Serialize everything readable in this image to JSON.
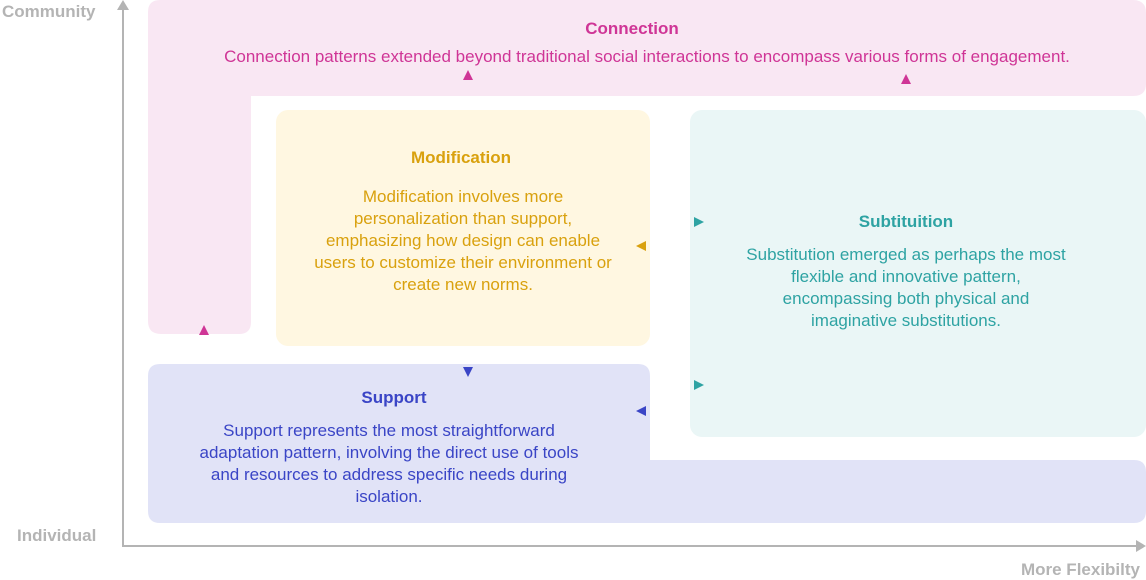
{
  "axes": {
    "y_top_label": "Community",
    "y_bottom_label": "Individual",
    "x_label": "More Flexibilty"
  },
  "boxes": {
    "connection": {
      "title": "Connection",
      "description": "Connection patterns extended beyond traditional social interactions to encompass various forms of engagement.",
      "fill": "#f9e7f3",
      "text_color": "#cf3596"
    },
    "modification": {
      "title": "Modification",
      "description": "Modification involves more personalization than support, emphasizing how design can enable users to customize their environment or create new norms.",
      "fill": "#fff7e1",
      "text_color": "#d9a10e"
    },
    "substitution": {
      "title": "Subtituition",
      "description": "Substitution emerged as perhaps the most flexible and innovative pattern, encompassing both physical and imaginative substitutions.",
      "fill": "#eaf6f6",
      "text_color": "#2ea3a3"
    },
    "support": {
      "title": "Support",
      "description": "Support represents the most straightforward adaptation pattern, involving the direct use of tools and resources to address specific needs during isolation.",
      "fill": "#e1e3f7",
      "text_color": "#3a45c6"
    }
  }
}
